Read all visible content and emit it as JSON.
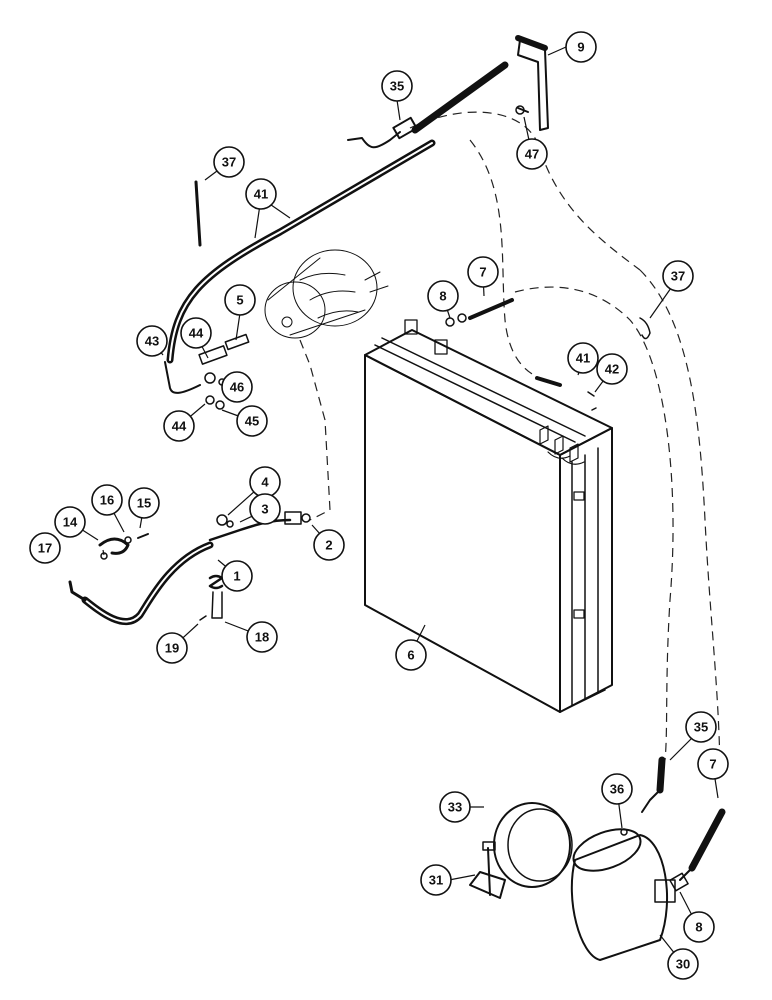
{
  "diagram": {
    "callouts": [
      "9",
      "35",
      "47",
      "37",
      "41",
      "5",
      "43",
      "44",
      "46",
      "44",
      "45",
      "8",
      "7",
      "37",
      "41",
      "42",
      "4",
      "3",
      "16",
      "15",
      "14",
      "2",
      "17",
      "1",
      "19",
      "18",
      "6",
      "35",
      "7",
      "36",
      "33",
      "31",
      "8",
      "30"
    ]
  }
}
